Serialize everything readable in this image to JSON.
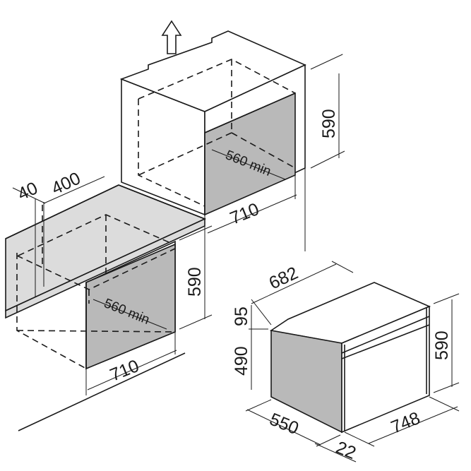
{
  "column": {
    "height": "590",
    "width": "710",
    "depth_min": "560 min"
  },
  "under_counter": {
    "height": "590",
    "width": "710",
    "depth_min": "560 min",
    "gap_front": "40",
    "depth_top": "400"
  },
  "oven": {
    "depth_total": "682",
    "panel_height": "95",
    "body_height": "490",
    "height": "590",
    "depth": "550",
    "width": "748",
    "front_thickness": "22"
  },
  "icons": {
    "ventilation": "up-arrow-icon"
  },
  "colors": {
    "cavity": "#b9b9b9",
    "worktop": "#dcdcdc",
    "lines": "#1a1a1a"
  }
}
